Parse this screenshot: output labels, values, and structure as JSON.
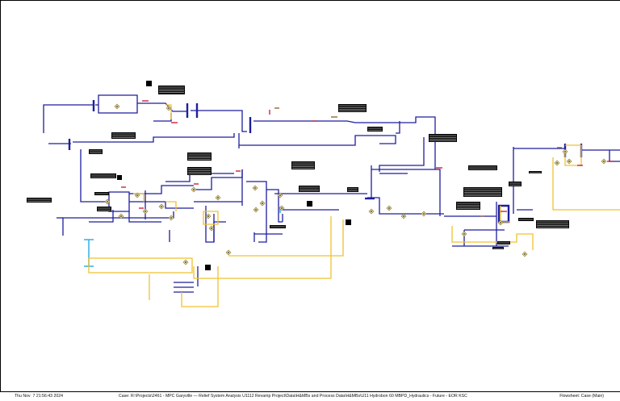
{
  "footer": {
    "timestamp": "Thu Nov  7 21:56:43 2024",
    "case": "Case: R:\\Projects\\2461 - MPC Garyville — Relief System Analysis U1112 Revamp Project\\Data\\H&MBs and Process Data\\H&MBs\\U11 Hydrobon 60 MBPD_Hydraulics - Future - EOR KSC",
    "flowsheet": "Flowsheet: Case (Main)"
  },
  "colors": {
    "process_line": "#1e1e9e",
    "utility_line": "#f2c12e",
    "cooling_line": "#3fb4e4",
    "accent_red": "#c8102e",
    "accent_brown": "#8b5a2b",
    "border": "#000000"
  }
}
